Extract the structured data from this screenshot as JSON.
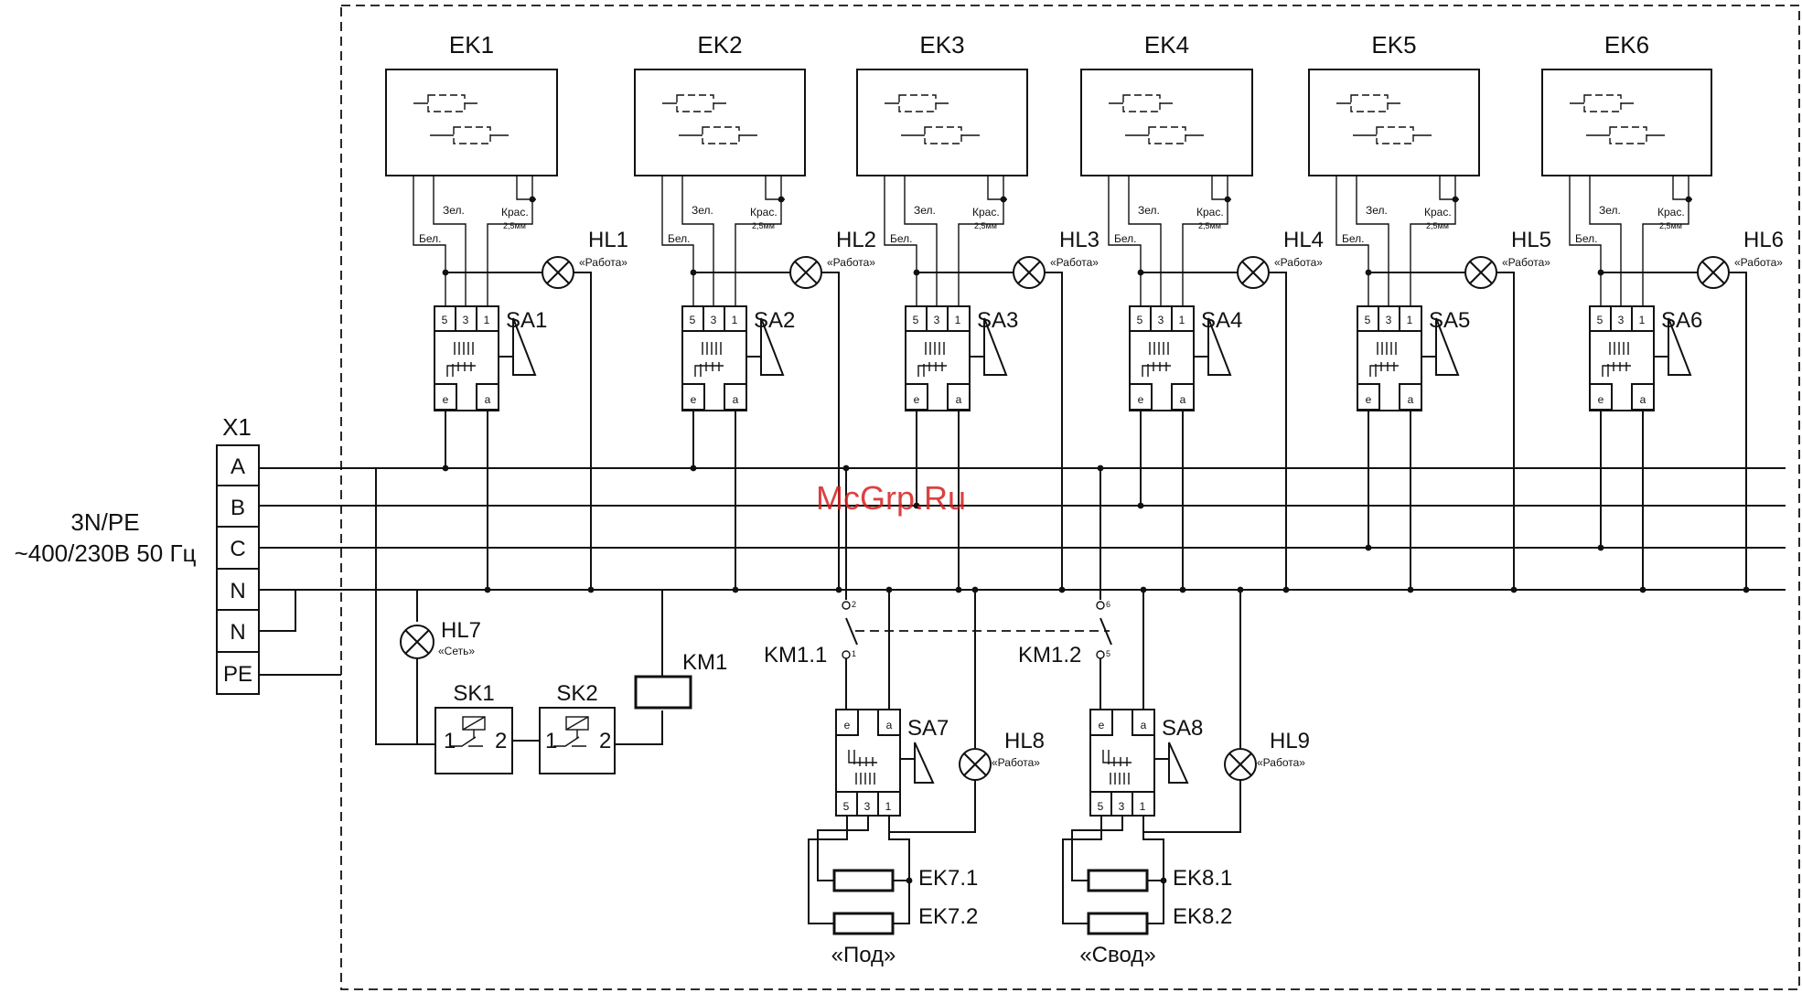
{
  "supply": {
    "connector_label": "X1",
    "terminals": [
      "A",
      "B",
      "C",
      "N",
      "N",
      "PE"
    ],
    "spec_line1": "3N/PE",
    "spec_line2": "~400/230В 50 Гц"
  },
  "watermark": "McGrp.Ru",
  "heaters": [
    {
      "ek": "EK1",
      "hl": "HL1",
      "sa": "SA1"
    },
    {
      "ek": "EK2",
      "hl": "HL2",
      "sa": "SA2"
    },
    {
      "ek": "EK3",
      "hl": "HL3",
      "sa": "SA3"
    },
    {
      "ek": "EK4",
      "hl": "HL4",
      "sa": "SA4"
    },
    {
      "ek": "EK5",
      "hl": "HL5",
      "sa": "SA5"
    },
    {
      "ek": "EK6",
      "hl": "HL6",
      "sa": "SA6"
    }
  ],
  "wire_labels": {
    "white": "Бел.",
    "green": "Зел.",
    "red": "Крас.",
    "red_size": "2,5мм"
  },
  "lamp_caption_work": "«Работа»",
  "switch_terminals_top": [
    "5",
    "3",
    "1"
  ],
  "switch_terminals_bottom": [
    "e",
    "a"
  ],
  "network_lamp": {
    "label": "HL7",
    "caption": "«Сеть»"
  },
  "thermostats": [
    {
      "label": "SK1",
      "pin1": "1",
      "pin2": "2"
    },
    {
      "label": "SK2",
      "pin1": "1",
      "pin2": "2"
    }
  ],
  "contactor": "KM1",
  "contacts": [
    {
      "label": "KM1.1",
      "top_pin": "2",
      "bottom_pin": "1"
    },
    {
      "label": "KM1.2",
      "top_pin": "6",
      "bottom_pin": "5"
    }
  ],
  "lower_groups": [
    {
      "sa": "SA7",
      "hl": "HL8",
      "ek_a": "EK7.1",
      "ek_b": "EK7.2",
      "caption": "«Под»"
    },
    {
      "sa": "SA8",
      "hl": "HL9",
      "ek_a": "EK8.1",
      "ek_b": "EK8.2",
      "caption": "«Свод»"
    }
  ]
}
